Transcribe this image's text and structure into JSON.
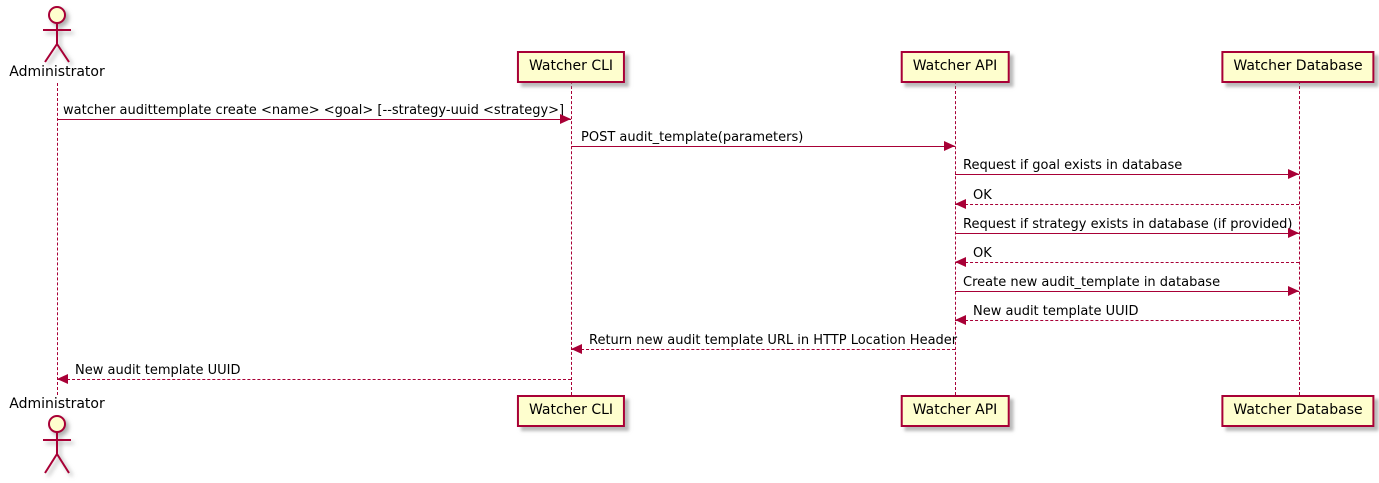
{
  "diagram": {
    "type": "sequence-diagram",
    "actor": {
      "name": "Administrator"
    },
    "participants": [
      {
        "label": "Watcher CLI"
      },
      {
        "label": "Watcher API"
      },
      {
        "label": "Watcher Database"
      }
    ],
    "messages": [
      {
        "label": "watcher audittemplate create <name> <goal> [--strategy-uuid <strategy>]",
        "from": "Administrator",
        "to": "Watcher CLI",
        "line": "solid"
      },
      {
        "label": "POST audit_template(parameters)",
        "from": "Watcher CLI",
        "to": "Watcher API",
        "line": "solid"
      },
      {
        "label": "Request if goal exists in database",
        "from": "Watcher API",
        "to": "Watcher Database",
        "line": "solid"
      },
      {
        "label": "OK",
        "from": "Watcher Database",
        "to": "Watcher API",
        "line": "dashed"
      },
      {
        "label": "Request if strategy exists in database (if provided)",
        "from": "Watcher API",
        "to": "Watcher Database",
        "line": "solid"
      },
      {
        "label": "OK",
        "from": "Watcher Database",
        "to": "Watcher API",
        "line": "dashed"
      },
      {
        "label": "Create new audit_template in database",
        "from": "Watcher API",
        "to": "Watcher Database",
        "line": "solid"
      },
      {
        "label": "New audit template UUID",
        "from": "Watcher Database",
        "to": "Watcher API",
        "line": "dashed"
      },
      {
        "label": "Return new audit template URL in HTTP Location Header",
        "from": "Watcher API",
        "to": "Watcher CLI",
        "line": "dashed"
      },
      {
        "label": "New audit template UUID",
        "from": "Watcher CLI",
        "to": "Administrator",
        "line": "dashed"
      }
    ],
    "colors": {
      "line": "#A80036",
      "participant_fill": "#FEFECE",
      "text": "#000000",
      "background": "#FFFFFF"
    }
  }
}
